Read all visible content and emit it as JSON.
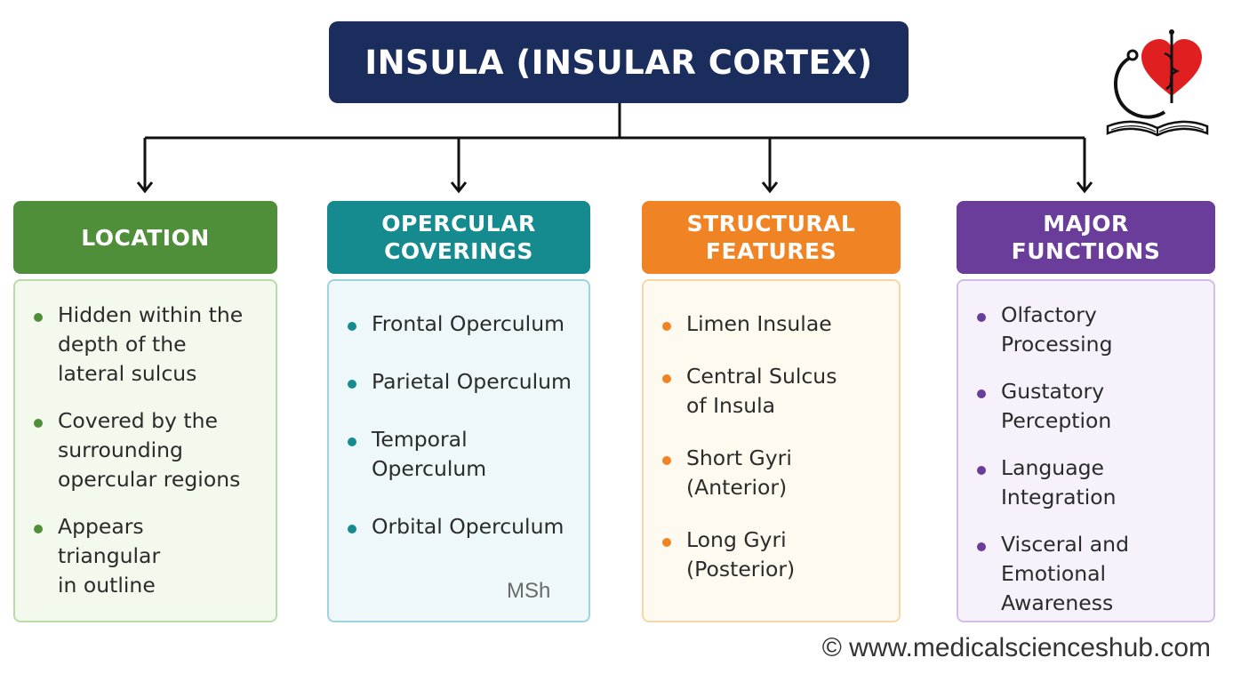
{
  "title": "INSULA (INSULAR CORTEX)",
  "columns": [
    {
      "header_line1": "LOCATION",
      "header_line2": "",
      "color": "#4f8f3a",
      "bg": "#f4f9ee",
      "border": "#b9dba6",
      "dot": "#4f8f3a",
      "items": [
        [
          "Hidden within the",
          "depth of the",
          "lateral sulcus"
        ],
        [
          "Covered by the",
          "surrounding",
          "opercular regions"
        ],
        [
          "Appears",
          "triangular",
          "in outline"
        ]
      ]
    },
    {
      "header_line1": "OPERCULAR",
      "header_line2": "COVERINGS",
      "color": "#168b8f",
      "bg": "#eef8fa",
      "border": "#9fd3dc",
      "dot": "#168b8f",
      "items": [
        [
          "Frontal Operculum"
        ],
        [
          "Parietal Operculum"
        ],
        [
          "Temporal Operculum"
        ],
        [
          "Orbital Operculum"
        ]
      ]
    },
    {
      "header_line1": "STRUCTURAL",
      "header_line2": "FEATURES",
      "color": "#f08424",
      "bg": "#fffaf0",
      "border": "#f6d8a8",
      "dot": "#f08424",
      "items": [
        [
          "Limen Insulae"
        ],
        [
          "Central Sulcus",
          "of Insula"
        ],
        [
          "Short Gyri",
          "(Anterior)"
        ],
        [
          "Long Gyri",
          "(Posterior)"
        ]
      ]
    },
    {
      "header_line1": "MAJOR",
      "header_line2": "FUNCTIONS",
      "color": "#6a3d9a",
      "bg": "#f6f1fa",
      "border": "#d2bde6",
      "dot": "#6a3d9a",
      "items": [
        [
          "Olfactory",
          "Processing"
        ],
        [
          "Gustatory",
          "Perception"
        ],
        [
          "Language",
          "Integration"
        ],
        [
          "Visceral and",
          "Emotional",
          "Awareness"
        ]
      ]
    }
  ],
  "watermark": "MSh",
  "footer": "© www.medicalscienceshub.com",
  "logo_icon": "heart-caduceus-stethoscope-book-icon"
}
